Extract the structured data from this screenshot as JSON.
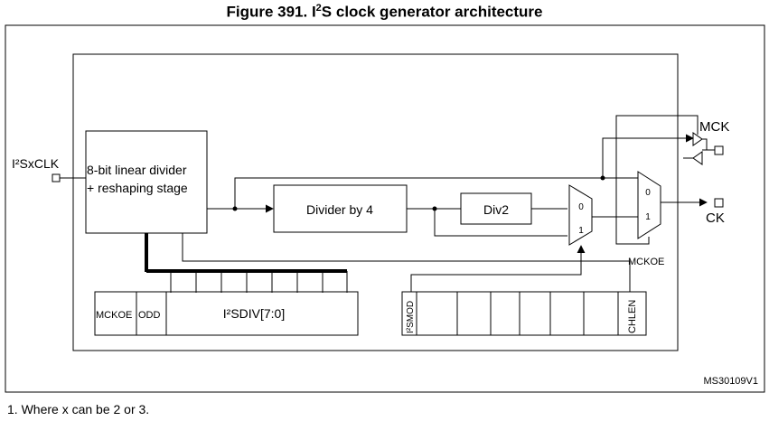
{
  "figure": {
    "title_prefix": "Figure 391. I",
    "title_sup": "2",
    "title_suffix": "S clock generator architecture",
    "ref_code": "MS30109V1"
  },
  "blocks": {
    "linear_divider_line1": "8-bit linear divider",
    "linear_divider_line2": "+ reshaping stage",
    "divider_by_4": "Divider by 4",
    "div2": "Div2"
  },
  "signals": {
    "input_clk": "I²SxCLK",
    "mck": "MCK",
    "ck": "CK",
    "mckoe": "MCKOE"
  },
  "muxes": {
    "mux1_input0": "0",
    "mux1_input1": "1",
    "mux2_input0": "0",
    "mux2_input1": "1"
  },
  "registers": {
    "i2spr": {
      "mckoe": "MCKOE",
      "odd": "ODD",
      "i2sdiv": "I²SDIV[7:0]"
    },
    "i2scfgr": {
      "i2smod": "I²SMOD",
      "chlen": "CHLEN"
    }
  },
  "footnote": "1.   Where x can be 2 or 3."
}
